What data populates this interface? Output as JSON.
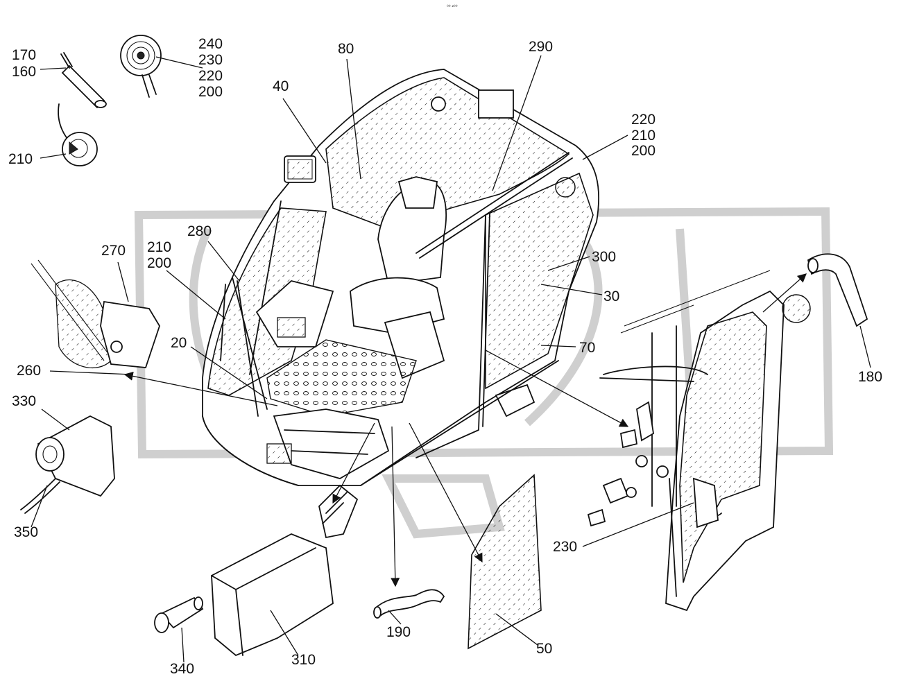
{
  "header": {
    "code": "⁰⁰ ²⁰⁰"
  },
  "callouts": {
    "c170": "170",
    "c160": "160",
    "c240": "240",
    "c230a": "230",
    "c220a": "220",
    "c200a": "200",
    "c210a": "210",
    "c80": "80",
    "c40": "40",
    "c290": "290",
    "c220b": "220",
    "c210b": "210",
    "c200b": "200",
    "c270": "270",
    "c210c": "210",
    "c200c": "200",
    "c280": "280",
    "c300": "300",
    "c30": "30",
    "c20": "20",
    "c70": "70",
    "c260": "260",
    "c180": "180",
    "c330": "330",
    "c350": "350",
    "c230b": "230",
    "c340": "340",
    "c310": "310",
    "c190": "190",
    "c50": "50"
  },
  "colors": {
    "ink": "#111111",
    "watermark": "#cfcfcf",
    "background": "#ffffff"
  }
}
